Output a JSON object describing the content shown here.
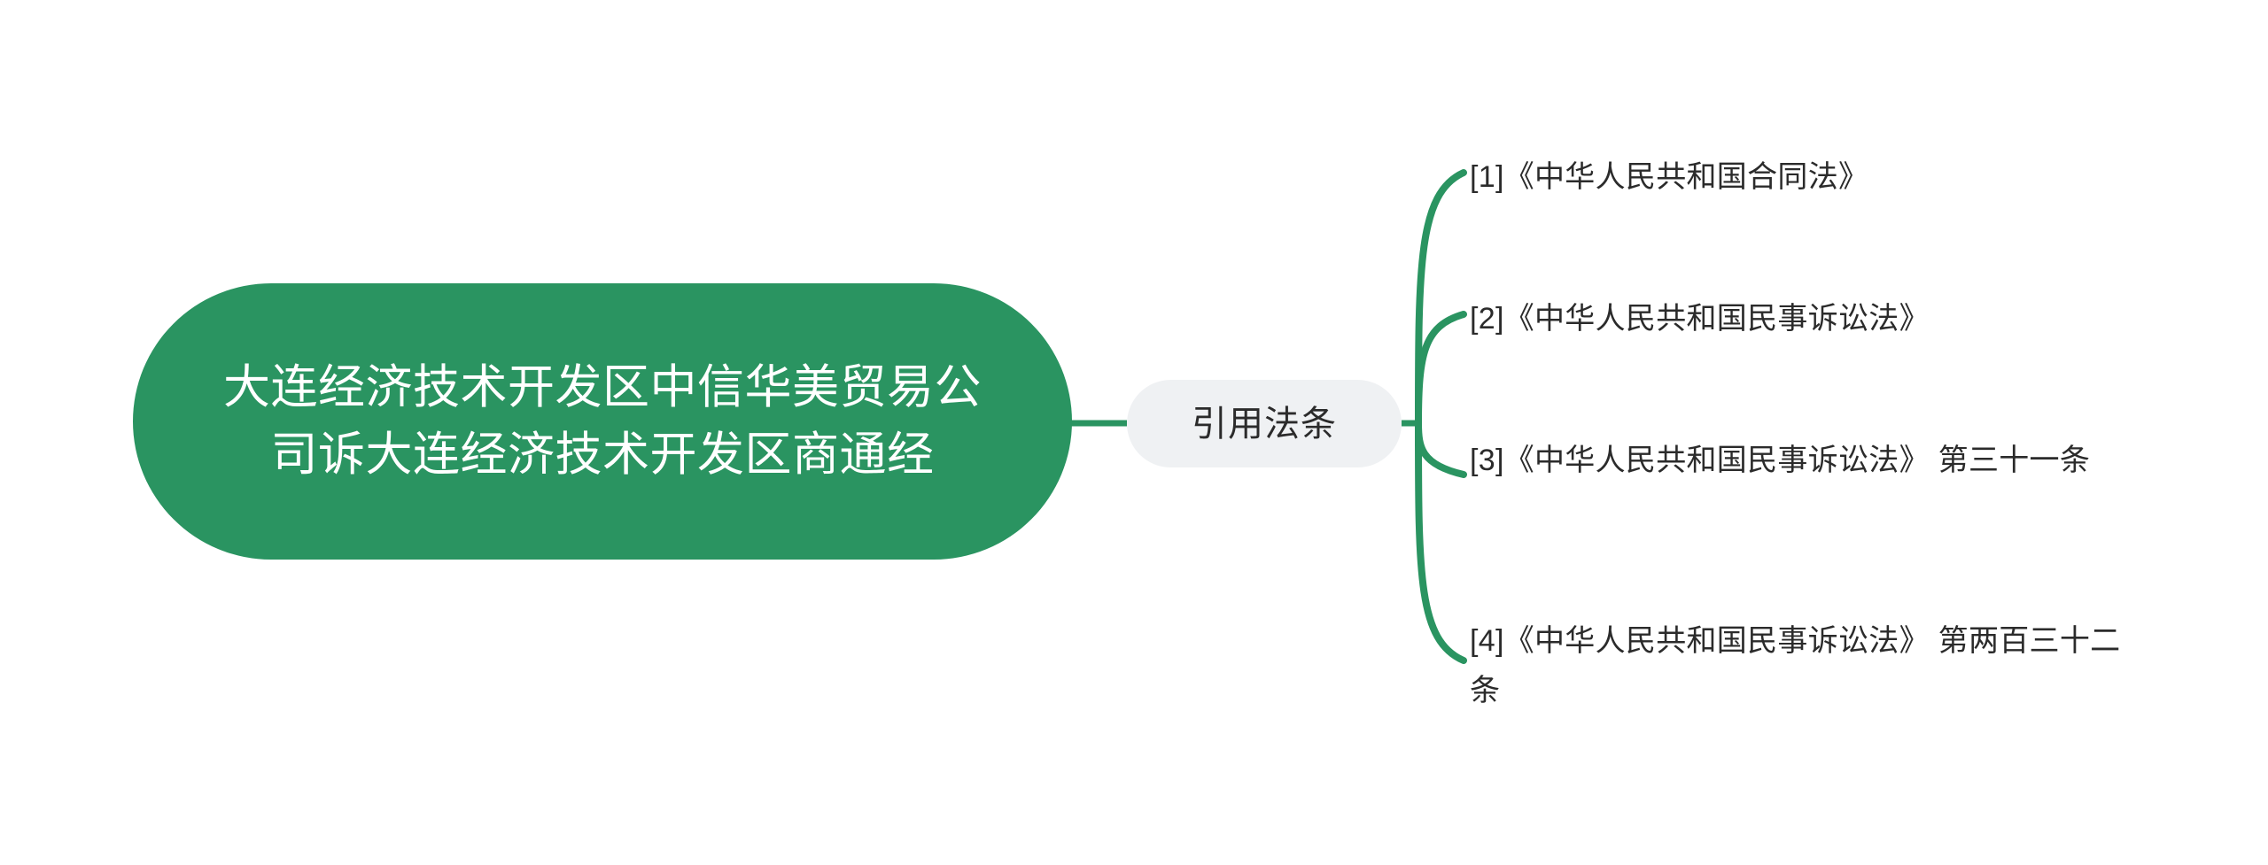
{
  "theme": {
    "background": "#ffffff",
    "root_fill": "#2A9461",
    "root_text": "#ffffff",
    "branch_fill": "#EFF1F3",
    "branch_text": "#2B2B2B",
    "leaf_text": "#2B2B2B",
    "connector": "#2A9461"
  },
  "root": {
    "label": "大连经济技术开发区中信华美贸易公司诉大连经济技术开发区商通经"
  },
  "branch": {
    "label": "引用法条"
  },
  "leaves": [
    {
      "index": "[1]",
      "label": "[1]《中华人民共和国合同法》"
    },
    {
      "index": "[2]",
      "label": "[2]《中华人民共和国民事诉讼法》"
    },
    {
      "index": "[3]",
      "label": "[3]《中华人民共和国民事诉讼法》 第三十一条"
    },
    {
      "index": "[4]",
      "label": "[4]《中华人民共和国民事诉讼法》 第两百三十二条"
    }
  ]
}
